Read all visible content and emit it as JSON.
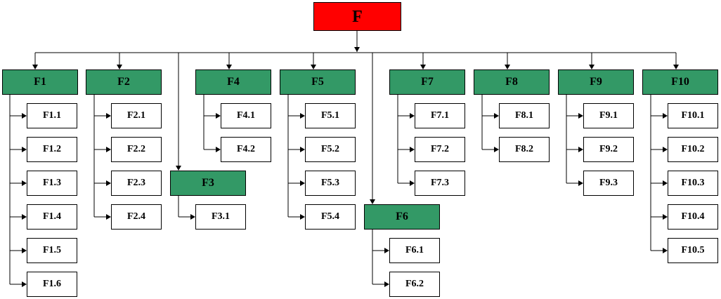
{
  "colors": {
    "root_fill": "#ff0000",
    "category_fill": "#339966",
    "sub_fill": "#ffffff",
    "line": "#000000"
  },
  "root": {
    "label": "F"
  },
  "categories": [
    {
      "label": "F1",
      "children": [
        "F1.1",
        "F1.2",
        "F1.3",
        "F1.4",
        "F1.5",
        "F1.6"
      ]
    },
    {
      "label": "F2",
      "children": [
        "F2.1",
        "F2.2",
        "F2.3",
        "F2.4"
      ]
    },
    {
      "label": "F3",
      "children": [
        "F3.1"
      ]
    },
    {
      "label": "F4",
      "children": [
        "F4.1",
        "F4.2"
      ]
    },
    {
      "label": "F5",
      "children": [
        "F5.1",
        "F5.2",
        "F5.3",
        "F5.4"
      ]
    },
    {
      "label": "F6",
      "children": [
        "F6.1",
        "F6.2"
      ]
    },
    {
      "label": "F7",
      "children": [
        "F7.1",
        "F7.2",
        "F7.3"
      ]
    },
    {
      "label": "F8",
      "children": [
        "F8.1",
        "F8.2"
      ]
    },
    {
      "label": "F9",
      "children": [
        "F9.1",
        "F9.2",
        "F9.3"
      ]
    },
    {
      "label": "F10",
      "children": [
        "F10.1",
        "F10.2",
        "F10.3",
        "F10.4",
        "F10.5"
      ]
    }
  ]
}
